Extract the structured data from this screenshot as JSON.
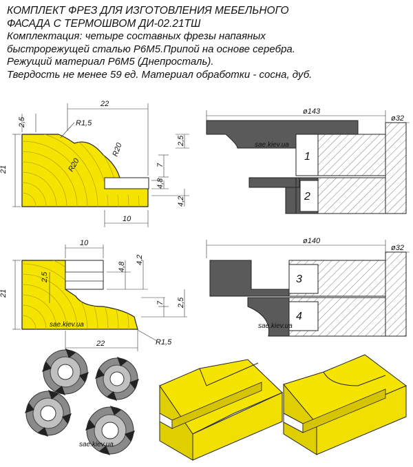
{
  "header": {
    "title_line1": "КОМПЛЕКТ ФРЕЗ ДЛЯ ИЗГОТОВЛЕНИЯ МЕБЕЛЬНОГО",
    "title_line2": "ФАСАДА С ТЕРМОШВОМ ДИ-02.21ТШ",
    "desc_line1": "Комплектация: четыре составных фрезы напаяных",
    "desc_line2": "быстрорежущей сталью Р6М5.Припой на основе серебра.",
    "desc_line3": "Режущий материал Р6М5 (Днепросталь).",
    "desc_line4": "Твердость не менее 59 ед. Материал обработки - сосна, дуб."
  },
  "profile_top": {
    "dim_width": "22",
    "dim_height": "21",
    "dim_left_offset": "2,5",
    "dim_radius_small": "R1,5",
    "dim_radius_a": "R20",
    "dim_radius_b": "R20",
    "dim_groove_top": "7",
    "dim_right_top": "2,5",
    "dim_groove_h": "4,8",
    "dim_groove_w": "4,2",
    "dim_bottom": "10"
  },
  "profile_bottom": {
    "dim_top": "10",
    "dim_height": "21",
    "dim_left": "2,5",
    "dim_groove_h": "4,8",
    "dim_groove_w": "4,2",
    "dim_mid": "7",
    "dim_right": "2,5",
    "dim_width": "22",
    "dim_radius": "R1,5"
  },
  "cutter_top": {
    "dim_diameter": "ø143",
    "dim_bore": "ø32",
    "label_1": "1",
    "label_2": "2"
  },
  "cutter_bottom": {
    "dim_diameter": "ø140",
    "dim_bore": "ø32",
    "label_3": "3",
    "label_4": "4"
  },
  "watermark": "sae.kiev.ua",
  "colors": {
    "wood": "#f5e400",
    "wood_lines": "#b8a800",
    "steel": "#5a5a5a",
    "body": "#ffffff",
    "outline": "#222222"
  }
}
